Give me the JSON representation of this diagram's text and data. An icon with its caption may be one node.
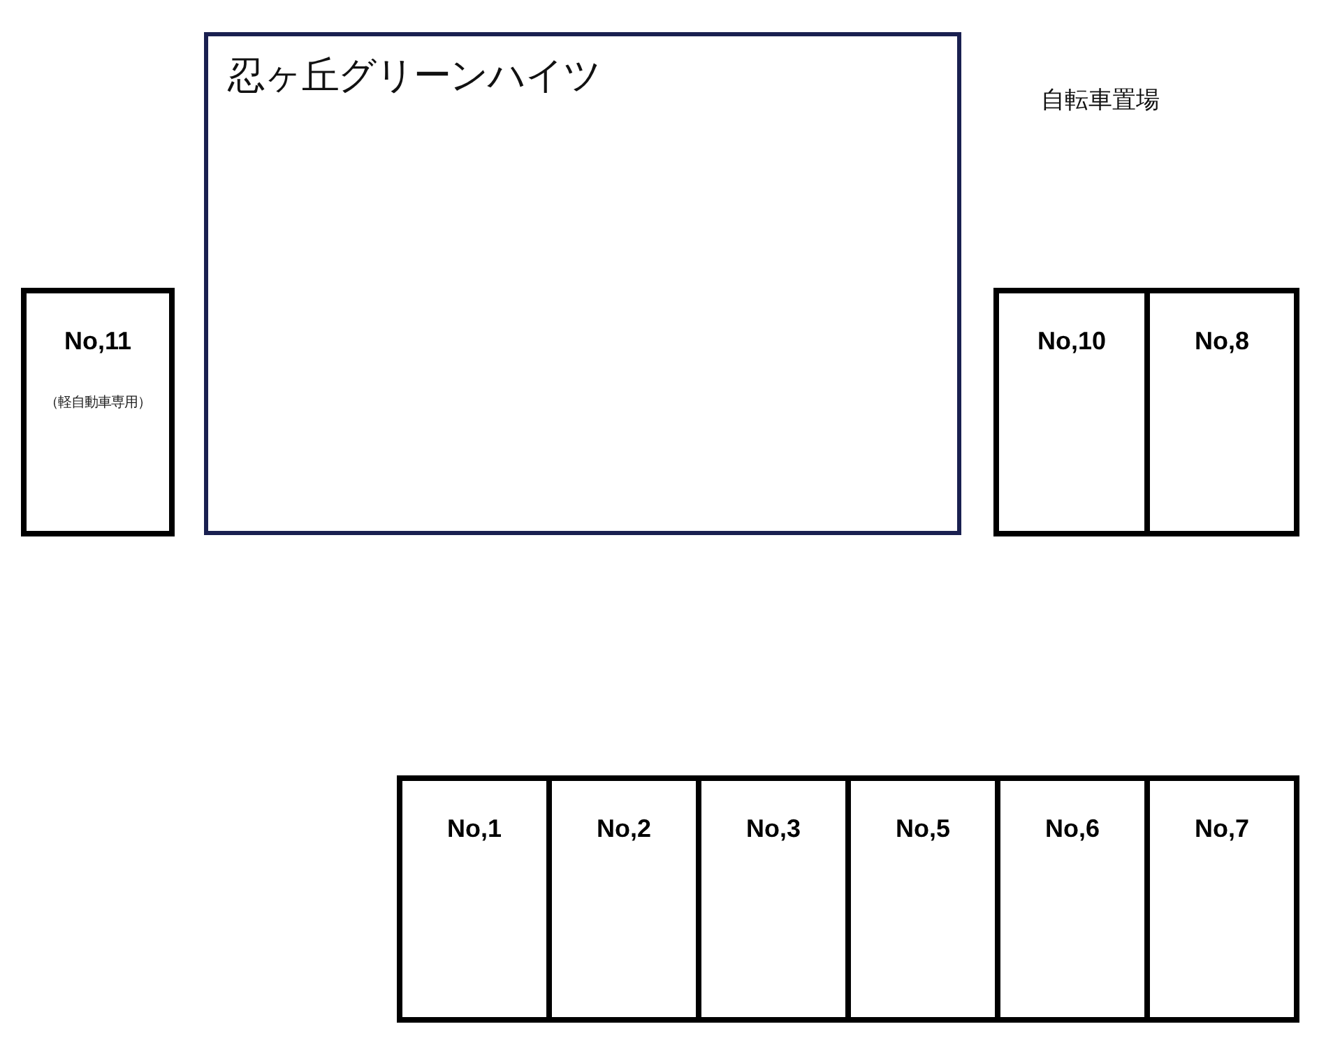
{
  "diagram": {
    "nodes": [
      {
        "text": [
          "忍ヶ丘グリーンハイツ"
        ]
      },
      {
        "text": [
          "No,11",
          "（軽自動車専用）"
        ]
      },
      {
        "text": [
          "No,10"
        ]
      },
      {
        "text": [
          "No,8"
        ]
      },
      {
        "text": [
          "No,1"
        ]
      },
      {
        "text": [
          "No,2"
        ]
      },
      {
        "text": [
          "No,3"
        ]
      },
      {
        "text": [
          "No,5"
        ]
      },
      {
        "text": [
          "No,6"
        ]
      },
      {
        "text": [
          "No,7"
        ]
      }
    ],
    "labels": [
      "自転車置場"
    ]
  }
}
